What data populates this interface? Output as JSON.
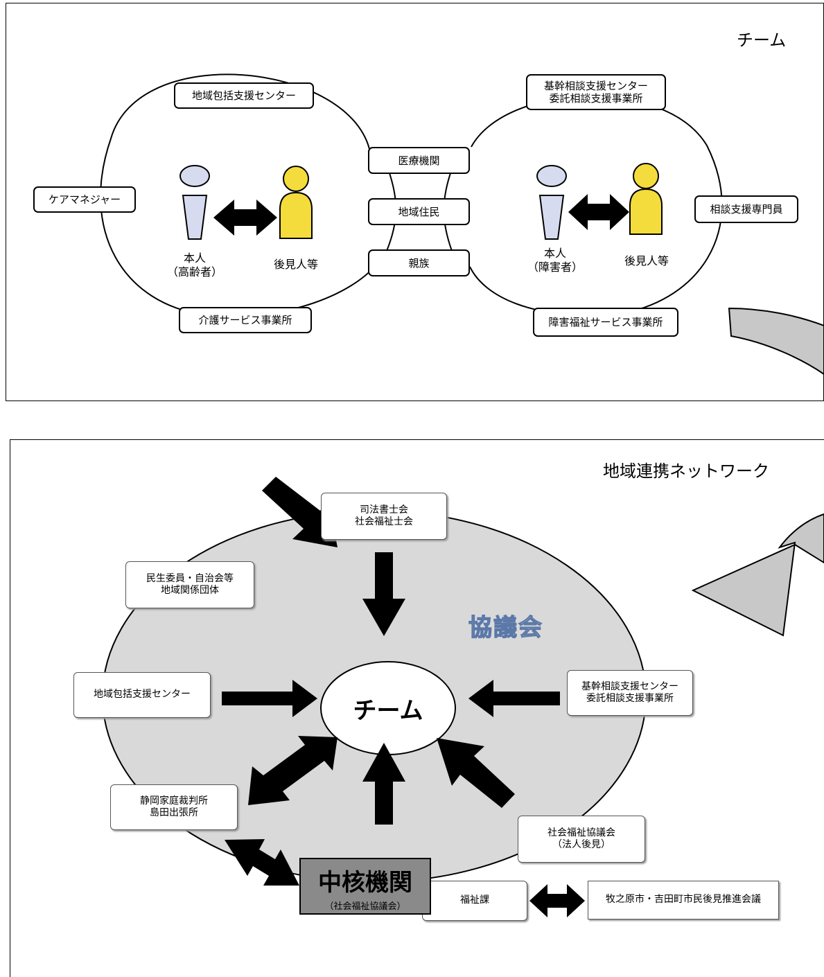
{
  "team": {
    "title": "チーム",
    "boxes": {
      "chiiki_houkatsu": "地域包括支援センター",
      "kikan_1": "基幹相談支援センター",
      "kikan_2": "委託相談支援事業所",
      "care_manager": "ケアマネジャー",
      "iryou": "医療機関",
      "chiiki_jumin": "地域住民",
      "shinzoku": "親族",
      "soudan_senmon": "相談支援専門員",
      "kaigo_service": "介護サービス事業所",
      "shougai_service": "障害福祉サービス事業所"
    },
    "left_person": {
      "name": "本人",
      "type": "（高齢者）",
      "guardian": "後見人等"
    },
    "right_person": {
      "name": "本人",
      "type": "（障害者）",
      "guardian": "後見人等"
    }
  },
  "network": {
    "title": "地域連携ネットワーク",
    "council_label": "協議会",
    "center_label": "チーム",
    "boxes": {
      "shihou_1": "司法書士会",
      "shihou_2": "社会福祉士会",
      "minsei_1": "民生委員・自治会等",
      "minsei_2": "地域関係団体",
      "chiiki_houkatsu": "地域包括支援センター",
      "kikan_1": "基幹相談支援センター",
      "kikan_2": "委託相談支援事業所",
      "court_1": "静岡家庭裁判所",
      "court_2": "島田出張所",
      "shakyo_1": "社会福祉協議会",
      "shakyo_2": "（法人後見）",
      "fukushi_ka": "福祉課",
      "suishin_kaigi": "牧之原市・吉田町市民後見推進会議"
    },
    "core": {
      "main": "中核機関",
      "sub": "（社会福祉協議会）"
    }
  },
  "colors": {
    "person_fill": "#d7dbef",
    "guardian_fill": "#f3dc3c",
    "council_fill": "#d9d9d9",
    "core_fill": "#8a8a8a",
    "big_arrow_fill": "#c8c8c8"
  }
}
